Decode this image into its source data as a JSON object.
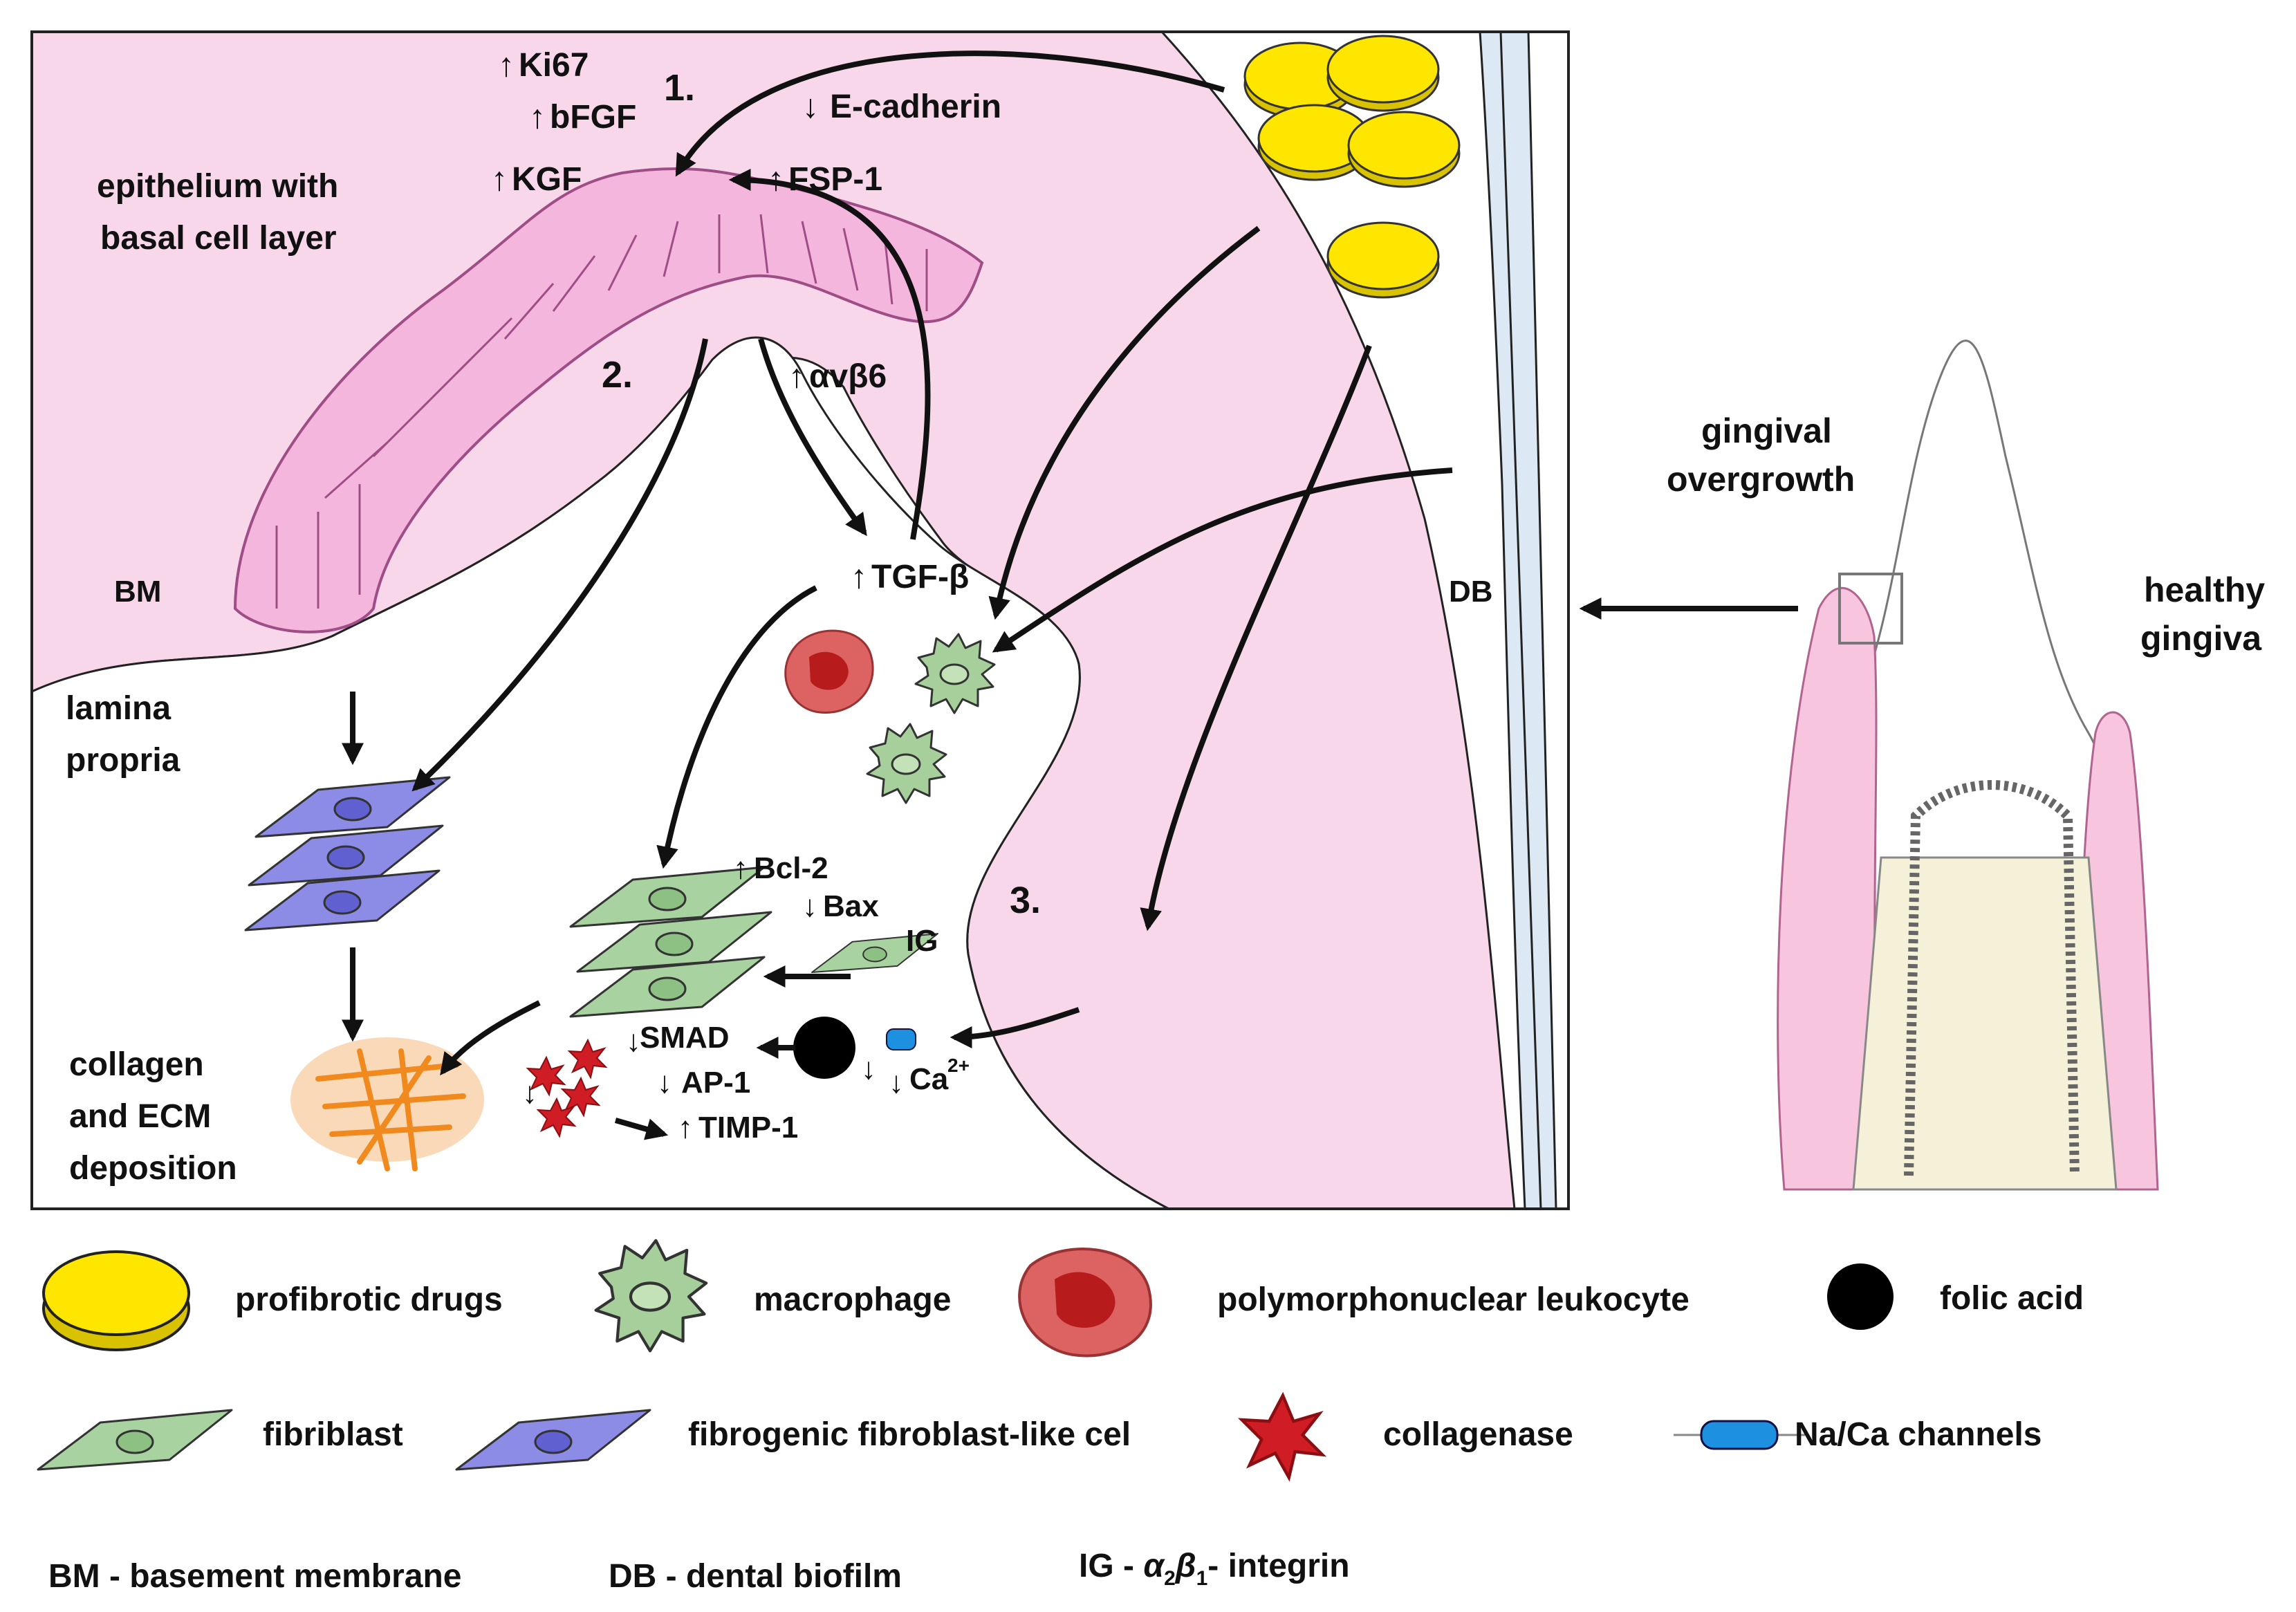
{
  "labels": {
    "ki67": "Ki67",
    "bfgf": "bFGF",
    "kgf": "KGF",
    "ecadherin": "E-cadherin",
    "fsp1": "FSP-1",
    "avb6": "αvβ6",
    "tgfb": "TGF-β",
    "bcl2": "Bcl-2",
    "bax": "Bax",
    "ig": "IG",
    "smad": "SMAD",
    "ap1": "AP-1",
    "timp1": "TIMP-1",
    "ca_base": "Ca",
    "ca_sup": "2+",
    "step1": "1.",
    "step2": "2.",
    "step3": "3.",
    "epithelium_line1": "epithelium with",
    "epithelium_line2": "basal cell layer",
    "bm": "BM",
    "lamina_line1": "lamina",
    "lamina_line2": "propria",
    "collagen_line1": "collagen",
    "collagen_line2": "and ECM",
    "collagen_line3": "deposition",
    "db": "DB",
    "gingival_line1": "gingival",
    "gingival_line2": "overgrowth",
    "healthy_line1": "healthy",
    "healthy_line2": "gingiva"
  },
  "legend": {
    "profibrotic": "profibrotic drugs",
    "macrophage": "macrophage",
    "pmn": "polymorphonuclear leukocyte",
    "folic": "folic acid",
    "fibroblast": "fibriblast",
    "fibrogenic": "fibrogenic fibroblast-like cel",
    "collagenase": "collagenase",
    "channels": "Na/Ca channels",
    "abbr_bm": "BM - basement membrane",
    "abbr_db": "DB - dental biofilm",
    "abbr_ig_prefix": "IG - ",
    "abbr_ig_alpha": "α",
    "abbr_ig_2": "2",
    "abbr_ig_beta": "β",
    "abbr_ig_1": "1",
    "abbr_ig_suffix": "- integrin"
  },
  "colors": {
    "tissue_pink": "#f8d7ea",
    "epithelium_pink": "#f4b6dc",
    "biofilm_blue": "#dce9f5",
    "drug_yellow": "#ffe600",
    "macrophage_green": "#a6cf9b",
    "fibroblast_green": "#a8d2a0",
    "fibrogenic_purple": "#8c8ce6",
    "collagenase_red": "#d01c24",
    "pmn_red": "#dd6262",
    "collagen_orange": "#f08a1e",
    "channel_blue": "#1e90e0"
  }
}
